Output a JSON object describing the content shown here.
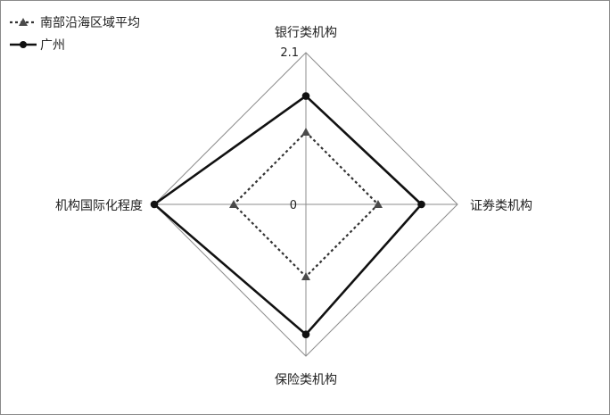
{
  "chart_data": {
    "type": "radar",
    "title": "",
    "axes": [
      "银行类机构",
      "证券类机构",
      "保险类机构",
      "机构国际化程度"
    ],
    "range": [
      0,
      2.1
    ],
    "axis_tick_labels": [
      "0",
      "2.1"
    ],
    "legend_position": "top-left",
    "series": [
      {
        "name": "南部沿海区域平均",
        "values": [
          1.0,
          1.0,
          1.0,
          1.0
        ],
        "line_style": "dotted",
        "marker": "triangle",
        "color": "#333333"
      },
      {
        "name": "广州",
        "values": [
          1.5,
          1.6,
          1.8,
          2.1
        ],
        "line_style": "solid",
        "marker": "circle",
        "color": "#111111"
      }
    ]
  }
}
